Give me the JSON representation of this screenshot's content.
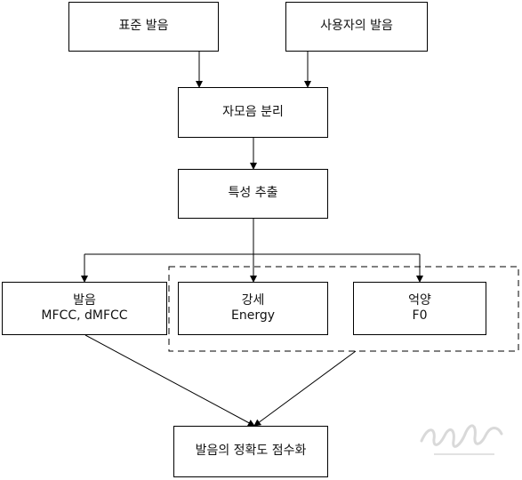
{
  "diagram": {
    "boxes": {
      "standard_pronunciation": "표준 발음",
      "user_pronunciation": "사용자의 발음",
      "phoneme_separation": "자모음 분리",
      "feature_extraction": "특성 추출",
      "pronunciation_title": "발음",
      "pronunciation_feature": "MFCC, dMFCC",
      "stress_title": "강세",
      "stress_feature": "Energy",
      "intonation_title": "억양",
      "intonation_feature": "F0",
      "pronunciation_score": "발음의 정확도 점수화"
    }
  }
}
